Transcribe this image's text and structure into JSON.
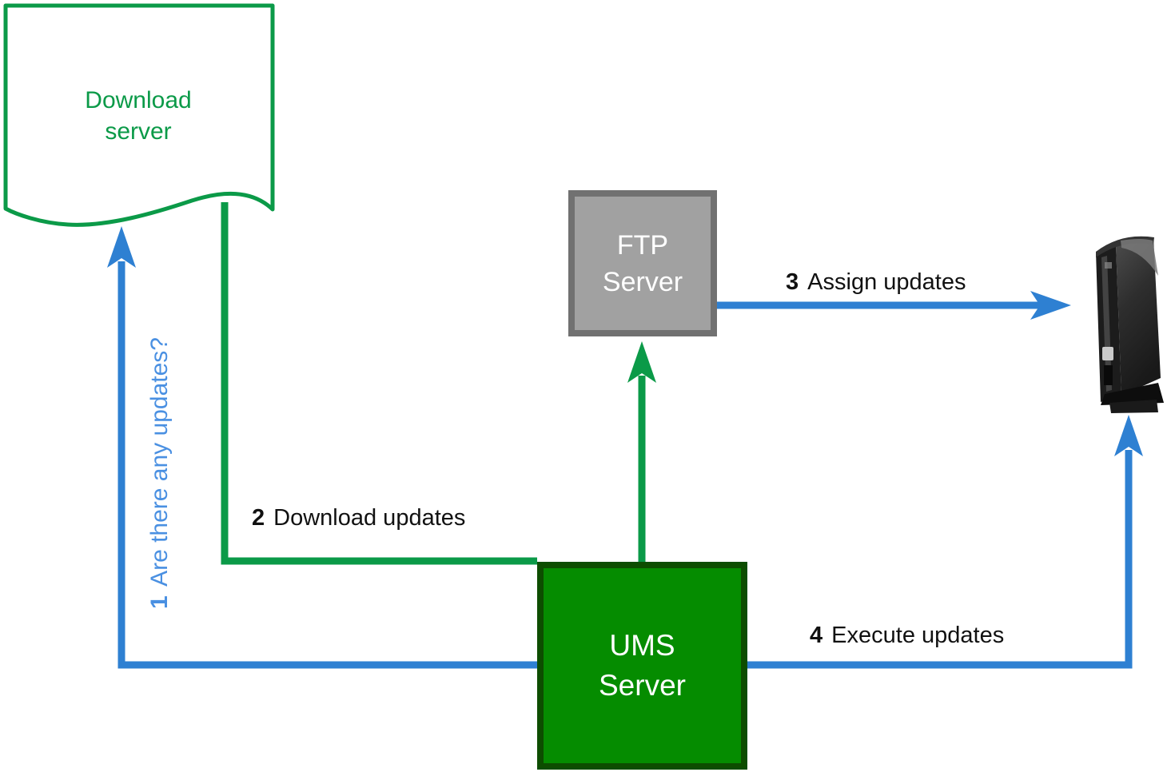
{
  "nodes": {
    "download_server": {
      "label": "Download server"
    },
    "ftp_server": {
      "label": "FTP Server"
    },
    "ums_server": {
      "label": "UMS Server"
    },
    "thin_client": {
      "description": "thin client device"
    }
  },
  "steps": [
    {
      "num": "1",
      "label": "Are there any updates?"
    },
    {
      "num": "2",
      "label": "Download updates"
    },
    {
      "num": "3",
      "label": "Assign updates"
    },
    {
      "num": "4",
      "label": "Execute updates"
    }
  ],
  "colors": {
    "green": "#0b9a48",
    "ums_fill": "#058c00",
    "ums_border": "#0d4d00",
    "ftp_fill": "#a1a1a1",
    "ftp_border": "#717171",
    "blue": "#2e80d2",
    "blue_text": "#4a90e2",
    "ink": "#111111"
  }
}
